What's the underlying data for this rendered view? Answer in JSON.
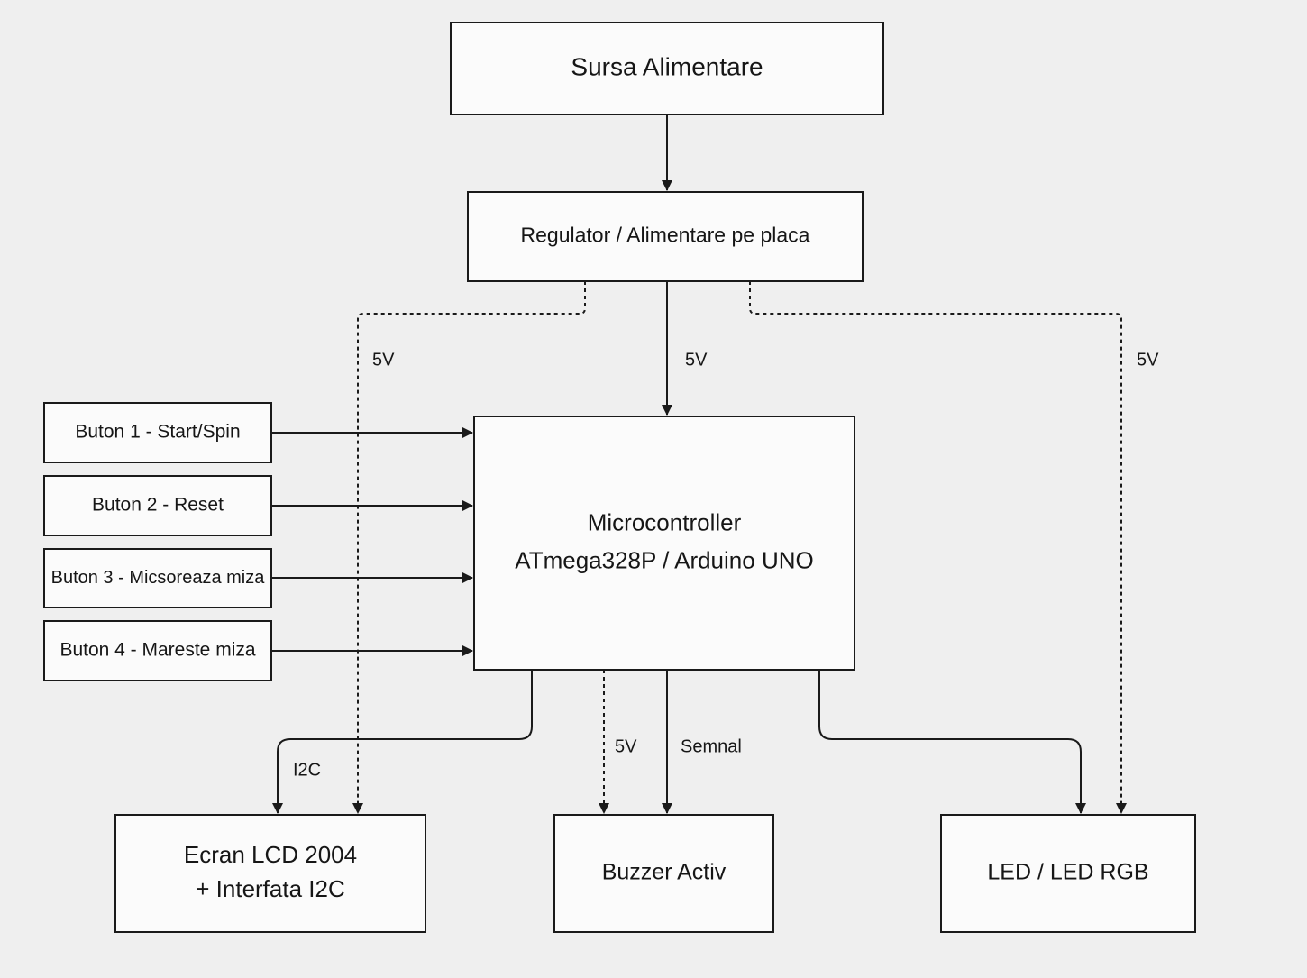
{
  "nodes": {
    "power_supply": {
      "lines": [
        "Sursa Alimentare"
      ]
    },
    "regulator": {
      "lines": [
        "Regulator / Alimentare pe placa"
      ]
    },
    "button_1": {
      "lines": [
        "Buton 1 - Start/Spin"
      ]
    },
    "button_2": {
      "lines": [
        "Buton 2 - Reset"
      ]
    },
    "button_3": {
      "lines": [
        "Buton 3 - Micsoreaza miza"
      ]
    },
    "button_4": {
      "lines": [
        "Buton 4 - Mareste miza"
      ]
    },
    "microcontroller": {
      "lines": [
        "Microcontroller",
        "ATmega328P / Arduino UNO"
      ]
    },
    "lcd": {
      "lines": [
        "Ecran LCD 2004",
        "+ Interfata I2C"
      ]
    },
    "buzzer": {
      "lines": [
        "Buzzer Activ"
      ]
    },
    "led": {
      "lines": [
        "LED / LED RGB"
      ]
    }
  },
  "edges": {
    "supply_to_regulator": {
      "from": "power_supply",
      "to": "regulator",
      "style": "solid",
      "label": ""
    },
    "regulator_to_mcu": {
      "from": "regulator",
      "to": "microcontroller",
      "style": "solid",
      "label": "5V"
    },
    "regulator_to_lcd": {
      "from": "regulator",
      "to": "lcd",
      "style": "dashed",
      "label": "5V"
    },
    "regulator_to_led": {
      "from": "regulator",
      "to": "led",
      "style": "dashed",
      "label": "5V"
    },
    "button1_to_mcu": {
      "from": "button_1",
      "to": "microcontroller",
      "style": "solid",
      "label": ""
    },
    "button2_to_mcu": {
      "from": "button_2",
      "to": "microcontroller",
      "style": "solid",
      "label": ""
    },
    "button3_to_mcu": {
      "from": "button_3",
      "to": "microcontroller",
      "style": "solid",
      "label": ""
    },
    "button4_to_mcu": {
      "from": "button_4",
      "to": "microcontroller",
      "style": "solid",
      "label": ""
    },
    "mcu_to_lcd": {
      "from": "microcontroller",
      "to": "lcd",
      "style": "solid",
      "label": "I2C"
    },
    "mcu_to_buzzer_power": {
      "from": "microcontroller",
      "to": "buzzer",
      "style": "dashed",
      "label": "5V"
    },
    "mcu_to_buzzer_signal": {
      "from": "microcontroller",
      "to": "buzzer",
      "style": "solid",
      "label": "Semnal"
    },
    "mcu_to_led": {
      "from": "microcontroller",
      "to": "led",
      "style": "solid",
      "label": ""
    }
  },
  "colors": {
    "background": "#efefef",
    "box_fill": "#fbfbfb",
    "line": "#1a1a1a",
    "text": "#161616"
  }
}
